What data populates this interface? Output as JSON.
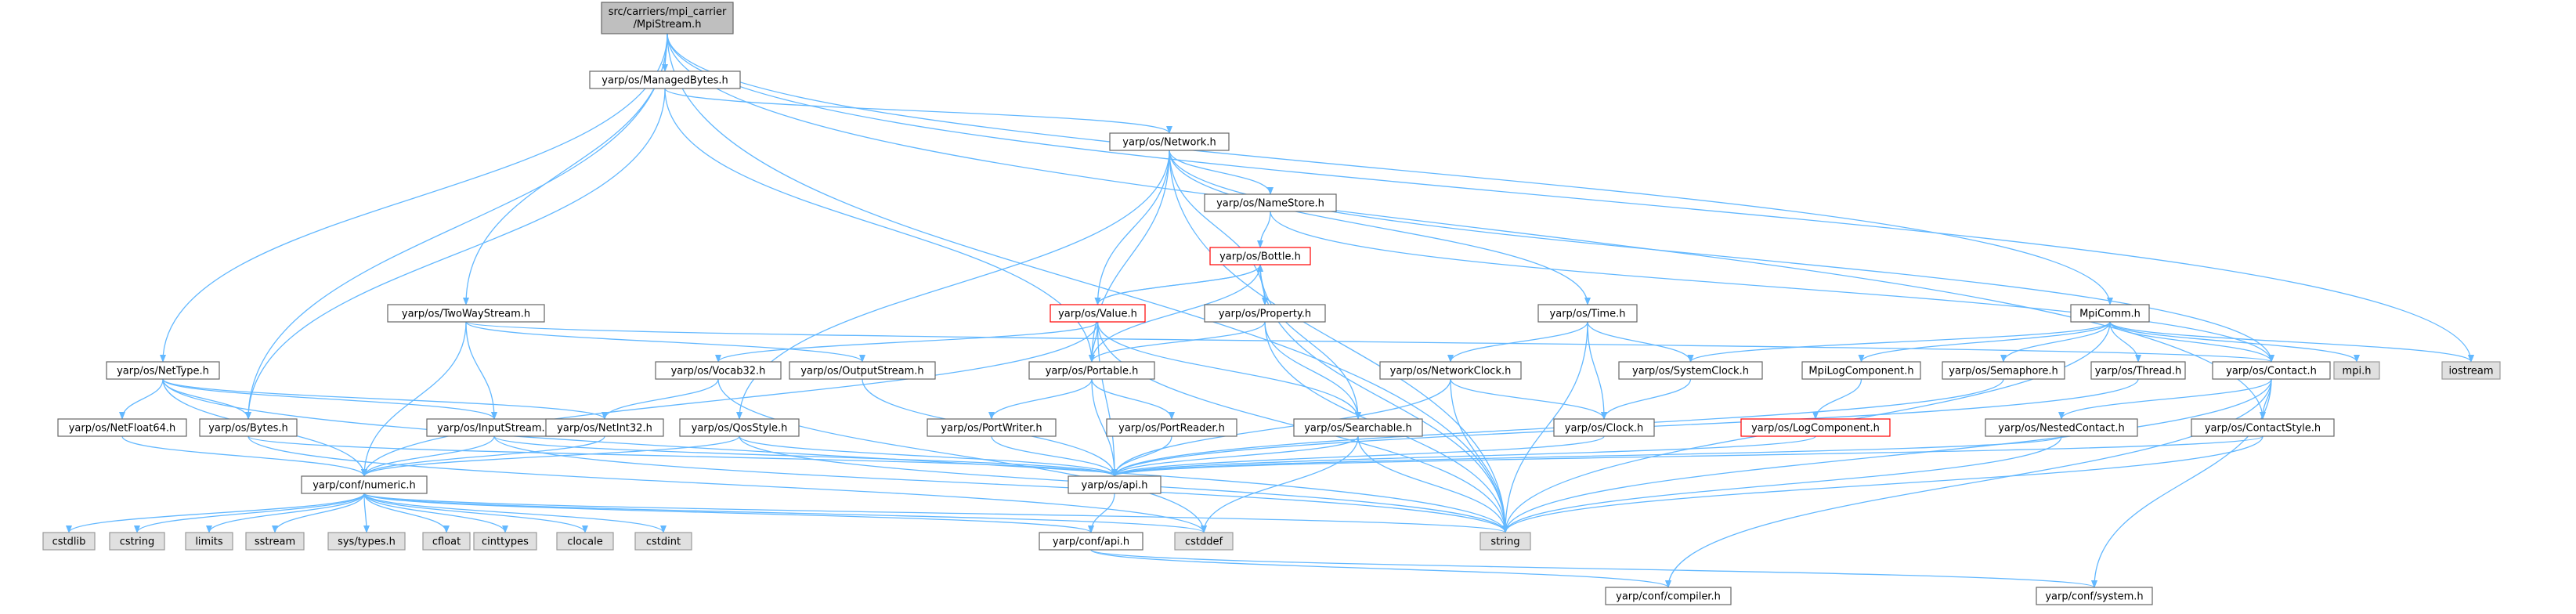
{
  "title": "src/carriers/mpi_carrier/MpiStream.h",
  "root": {
    "line1": "src/carriers/mpi_carrier",
    "line2": "/MpiStream.h"
  },
  "colors": {
    "root": "#bfbfbf",
    "default": "#ffffff",
    "red": "#ff0000",
    "system": "#e0e0e0",
    "edge": "#63b8ff",
    "border_default": "#666666",
    "border_system": "#999999"
  },
  "nodes": [
    {
      "id": "root",
      "label": "src/carriers/mpi_carrier/MpiStream.h",
      "style": "root"
    },
    {
      "id": "managedbytes",
      "label": "yarp/os/ManagedBytes.h",
      "style": "default"
    },
    {
      "id": "network",
      "label": "yarp/os/Network.h",
      "style": "default"
    },
    {
      "id": "namestore",
      "label": "yarp/os/NameStore.h",
      "style": "default"
    },
    {
      "id": "bottle",
      "label": "yarp/os/Bottle.h",
      "style": "red"
    },
    {
      "id": "value",
      "label": "yarp/os/Value.h",
      "style": "red"
    },
    {
      "id": "property",
      "label": "yarp/os/Property.h",
      "style": "default"
    },
    {
      "id": "time",
      "label": "yarp/os/Time.h",
      "style": "default"
    },
    {
      "id": "mpicomm",
      "label": "MpiComm.h",
      "style": "default"
    },
    {
      "id": "twowaystream",
      "label": "yarp/os/TwoWayStream.h",
      "style": "default"
    },
    {
      "id": "nettype",
      "label": "yarp/os/NetType.h",
      "style": "default"
    },
    {
      "id": "vocab32",
      "label": "yarp/os/Vocab32.h",
      "style": "default"
    },
    {
      "id": "outputstream",
      "label": "yarp/os/OutputStream.h",
      "style": "default"
    },
    {
      "id": "portable",
      "label": "yarp/os/Portable.h",
      "style": "default"
    },
    {
      "id": "networkclock",
      "label": "yarp/os/NetworkClock.h",
      "style": "default"
    },
    {
      "id": "systemclock",
      "label": "yarp/os/SystemClock.h",
      "style": "default"
    },
    {
      "id": "mpilogcomponent",
      "label": "MpiLogComponent.h",
      "style": "default"
    },
    {
      "id": "semaphore",
      "label": "yarp/os/Semaphore.h",
      "style": "default"
    },
    {
      "id": "thread",
      "label": "yarp/os/Thread.h",
      "style": "default"
    },
    {
      "id": "contact",
      "label": "yarp/os/Contact.h",
      "style": "default"
    },
    {
      "id": "mpih",
      "label": "mpi.h",
      "style": "system"
    },
    {
      "id": "iostream",
      "label": "iostream",
      "style": "system"
    },
    {
      "id": "netfloat64",
      "label": "yarp/os/NetFloat64.h",
      "style": "default"
    },
    {
      "id": "bytes",
      "label": "yarp/os/Bytes.h",
      "style": "default"
    },
    {
      "id": "inputstream",
      "label": "yarp/os/InputStream.h",
      "style": "default"
    },
    {
      "id": "netint32",
      "label": "yarp/os/NetInt32.h",
      "style": "default"
    },
    {
      "id": "qosstyle",
      "label": "yarp/os/QosStyle.h",
      "style": "default"
    },
    {
      "id": "portwriter",
      "label": "yarp/os/PortWriter.h",
      "style": "default"
    },
    {
      "id": "portreader",
      "label": "yarp/os/PortReader.h",
      "style": "default"
    },
    {
      "id": "searchable",
      "label": "yarp/os/Searchable.h",
      "style": "default"
    },
    {
      "id": "clock",
      "label": "yarp/os/Clock.h",
      "style": "default"
    },
    {
      "id": "logcomponent",
      "label": "yarp/os/LogComponent.h",
      "style": "red"
    },
    {
      "id": "nestedcontact",
      "label": "yarp/os/NestedContact.h",
      "style": "default"
    },
    {
      "id": "contactstyle",
      "label": "yarp/os/ContactStyle.h",
      "style": "default"
    },
    {
      "id": "numeric",
      "label": "yarp/conf/numeric.h",
      "style": "default"
    },
    {
      "id": "api",
      "label": "yarp/os/api.h",
      "style": "default"
    },
    {
      "id": "cstdlib",
      "label": "cstdlib",
      "style": "system"
    },
    {
      "id": "cstring",
      "label": "cstring",
      "style": "system"
    },
    {
      "id": "limits",
      "label": "limits",
      "style": "system"
    },
    {
      "id": "sstream",
      "label": "sstream",
      "style": "system"
    },
    {
      "id": "systypes",
      "label": "sys/types.h",
      "style": "system"
    },
    {
      "id": "cfloat",
      "label": "cfloat",
      "style": "system"
    },
    {
      "id": "cinttypes",
      "label": "cinttypes",
      "style": "system"
    },
    {
      "id": "clocale",
      "label": "clocale",
      "style": "system"
    },
    {
      "id": "cstdint",
      "label": "cstdint",
      "style": "system"
    },
    {
      "id": "cstddef",
      "label": "cstddef",
      "style": "system"
    },
    {
      "id": "string",
      "label": "string",
      "style": "system"
    },
    {
      "id": "confapi",
      "label": "yarp/conf/api.h",
      "style": "default"
    },
    {
      "id": "compiler",
      "label": "yarp/conf/compiler.h",
      "style": "default"
    },
    {
      "id": "system",
      "label": "yarp/conf/system.h",
      "style": "default"
    }
  ],
  "edges": [
    [
      "root",
      "managedbytes"
    ],
    [
      "root",
      "twowaystream"
    ],
    [
      "root",
      "nettype"
    ],
    [
      "root",
      "bytes"
    ],
    [
      "root",
      "mpicomm"
    ],
    [
      "root",
      "iostream"
    ],
    [
      "root",
      "string"
    ],
    [
      "root",
      "contactstyle"
    ],
    [
      "managedbytes",
      "network"
    ],
    [
      "managedbytes",
      "bytes"
    ],
    [
      "managedbytes",
      "portable"
    ],
    [
      "network",
      "namestore"
    ],
    [
      "network",
      "value"
    ],
    [
      "network",
      "property"
    ],
    [
      "network",
      "time"
    ],
    [
      "network",
      "portable"
    ],
    [
      "network",
      "contact"
    ],
    [
      "network",
      "qosstyle"
    ],
    [
      "network",
      "string"
    ],
    [
      "namestore",
      "bottle"
    ],
    [
      "namestore",
      "contact"
    ],
    [
      "bottle",
      "value"
    ],
    [
      "bottle",
      "property"
    ],
    [
      "bottle",
      "portable"
    ],
    [
      "bottle",
      "searchable"
    ],
    [
      "bottle",
      "string"
    ],
    [
      "value",
      "bottle"
    ],
    [
      "value",
      "vocab32"
    ],
    [
      "value",
      "portable"
    ],
    [
      "value",
      "searchable"
    ],
    [
      "value",
      "api"
    ],
    [
      "value",
      "numeric"
    ],
    [
      "value",
      "string"
    ],
    [
      "property",
      "bottle"
    ],
    [
      "property",
      "portable"
    ],
    [
      "property",
      "searchable"
    ],
    [
      "property",
      "string"
    ],
    [
      "time",
      "networkclock"
    ],
    [
      "time",
      "systemclock"
    ],
    [
      "time",
      "clock"
    ],
    [
      "time",
      "string"
    ],
    [
      "mpicomm",
      "systemclock"
    ],
    [
      "mpicomm",
      "mpilogcomponent"
    ],
    [
      "mpicomm",
      "semaphore"
    ],
    [
      "mpicomm",
      "thread"
    ],
    [
      "mpicomm",
      "contact"
    ],
    [
      "mpicomm",
      "mpih"
    ],
    [
      "mpicomm",
      "iostream"
    ],
    [
      "mpicomm",
      "string"
    ],
    [
      "twowaystream",
      "inputstream"
    ],
    [
      "twowaystream",
      "outputstream"
    ],
    [
      "twowaystream",
      "contact"
    ],
    [
      "twowaystream",
      "numeric"
    ],
    [
      "nettype",
      "netfloat64"
    ],
    [
      "nettype",
      "bytes"
    ],
    [
      "nettype",
      "inputstream"
    ],
    [
      "nettype",
      "netint32"
    ],
    [
      "nettype",
      "numeric"
    ],
    [
      "nettype",
      "string"
    ],
    [
      "vocab32",
      "netint32"
    ],
    [
      "vocab32",
      "cstddef"
    ],
    [
      "outputstream",
      "api"
    ],
    [
      "portable",
      "portwriter"
    ],
    [
      "portable",
      "portreader"
    ],
    [
      "portable",
      "api"
    ],
    [
      "networkclock",
      "clock"
    ],
    [
      "networkclock",
      "api"
    ],
    [
      "networkclock",
      "string"
    ],
    [
      "systemclock",
      "clock"
    ],
    [
      "mpilogcomponent",
      "logcomponent"
    ],
    [
      "semaphore",
      "api"
    ],
    [
      "thread",
      "api"
    ],
    [
      "contact",
      "nestedcontact"
    ],
    [
      "contact",
      "contactstyle"
    ],
    [
      "contact",
      "string"
    ],
    [
      "contact",
      "compiler"
    ],
    [
      "contact",
      "system"
    ],
    [
      "netfloat64",
      "numeric"
    ],
    [
      "bytes",
      "api"
    ],
    [
      "bytes",
      "cstddef"
    ],
    [
      "inputstream",
      "numeric"
    ],
    [
      "inputstream",
      "api"
    ],
    [
      "inputstream",
      "string"
    ],
    [
      "netint32",
      "numeric"
    ],
    [
      "qosstyle",
      "api"
    ],
    [
      "qosstyle",
      "string"
    ],
    [
      "qosstyle",
      "numeric"
    ],
    [
      "portwriter",
      "api"
    ],
    [
      "portreader",
      "api"
    ],
    [
      "searchable",
      "api"
    ],
    [
      "searchable",
      "string"
    ],
    [
      "searchable",
      "cstddef"
    ],
    [
      "clock",
      "api"
    ],
    [
      "logcomponent",
      "api"
    ],
    [
      "nestedcontact",
      "api"
    ],
    [
      "nestedcontact",
      "string"
    ],
    [
      "contactstyle",
      "api"
    ],
    [
      "contactstyle",
      "string"
    ],
    [
      "numeric",
      "cstdlib"
    ],
    [
      "numeric",
      "cstring"
    ],
    [
      "numeric",
      "limits"
    ],
    [
      "numeric",
      "sstream"
    ],
    [
      "numeric",
      "systypes"
    ],
    [
      "numeric",
      "cfloat"
    ],
    [
      "numeric",
      "cinttypes"
    ],
    [
      "numeric",
      "clocale"
    ],
    [
      "numeric",
      "cstdint"
    ],
    [
      "numeric",
      "cstddef"
    ],
    [
      "numeric",
      "string"
    ],
    [
      "numeric",
      "confapi"
    ],
    [
      "api",
      "confapi"
    ],
    [
      "confapi",
      "compiler"
    ],
    [
      "confapi",
      "system"
    ]
  ]
}
